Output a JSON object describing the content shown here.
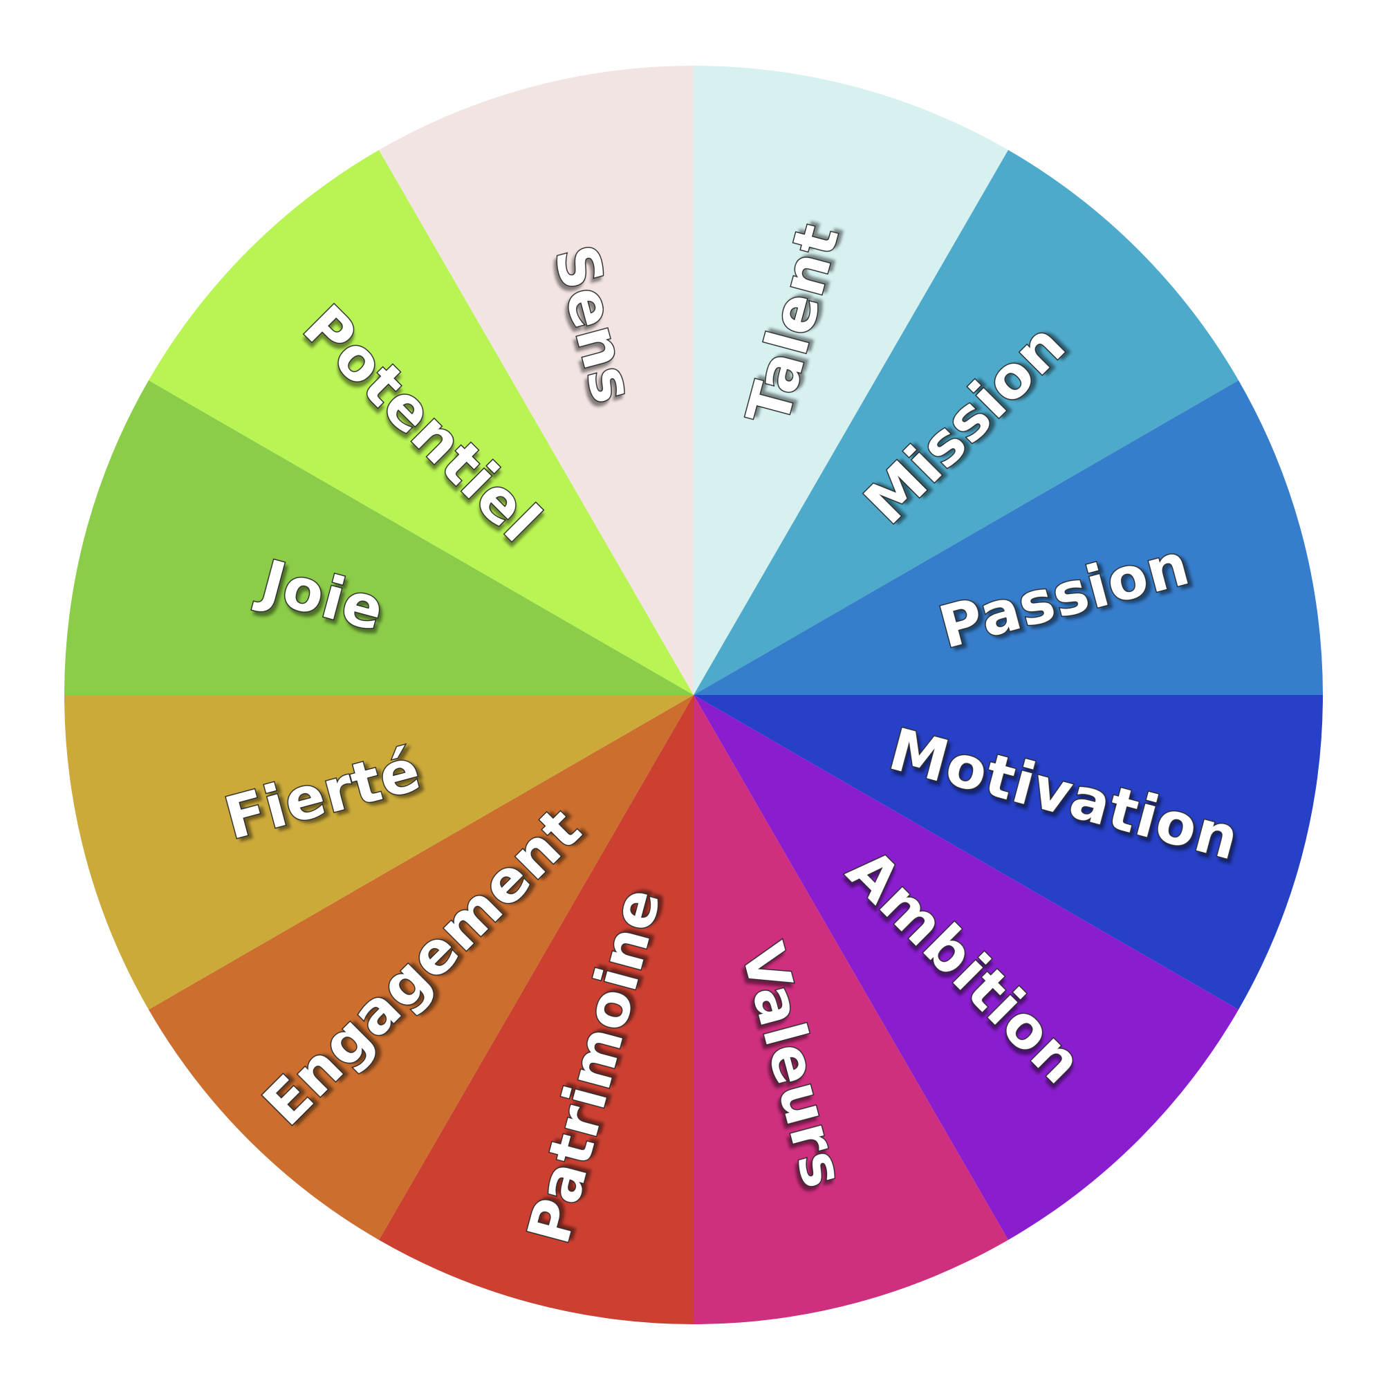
{
  "wheel": {
    "segments": [
      {
        "label": "Talent",
        "color": "#D7F0F0"
      },
      {
        "label": "Mission",
        "color": "#4EAACB"
      },
      {
        "label": "Passion",
        "color": "#367DCB"
      },
      {
        "label": "Motivation",
        "color": "#2640C6"
      },
      {
        "label": "Ambition",
        "color": "#8A1ECF"
      },
      {
        "label": "Valeurs",
        "color": "#CE2F7F"
      },
      {
        "label": "Patrimoine",
        "color": "#CC4032"
      },
      {
        "label": "Engagement",
        "color": "#CB6E2E"
      },
      {
        "label": "Fierté",
        "color": "#CBAA3A"
      },
      {
        "label": "Joie",
        "color": "#8BCC48"
      },
      {
        "label": "Potentiel",
        "color": "#B8F454"
      },
      {
        "label": "Sens",
        "color": "#F2E4E2"
      }
    ]
  }
}
